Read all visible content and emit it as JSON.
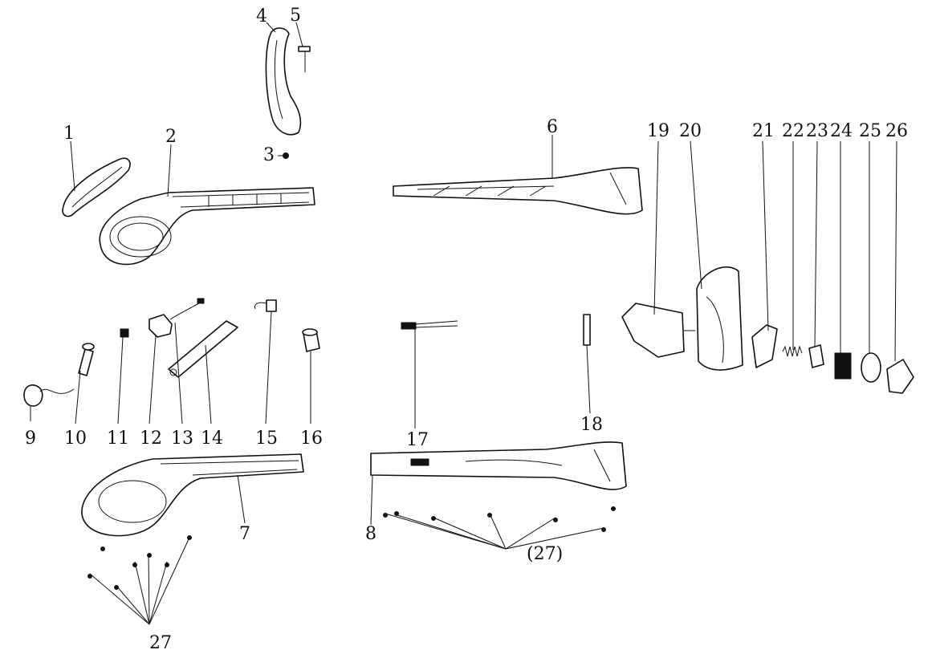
{
  "callouts": {
    "c1": "1",
    "c2": "2",
    "c3": "3",
    "c4": "4",
    "c5": "5",
    "c6": "6",
    "c7": "7",
    "c8": "8",
    "c9": "9",
    "c10": "10",
    "c11": "11",
    "c12": "12",
    "c13": "13",
    "c14": "14",
    "c15": "15",
    "c16": "16",
    "c17": "17",
    "c18": "18",
    "c19": "19",
    "c20": "20",
    "c21": "21",
    "c22": "22",
    "c23": "23",
    "c24": "24",
    "c25": "25",
    "c26": "26",
    "c27_left": "27",
    "c27_right": "(27)"
  }
}
